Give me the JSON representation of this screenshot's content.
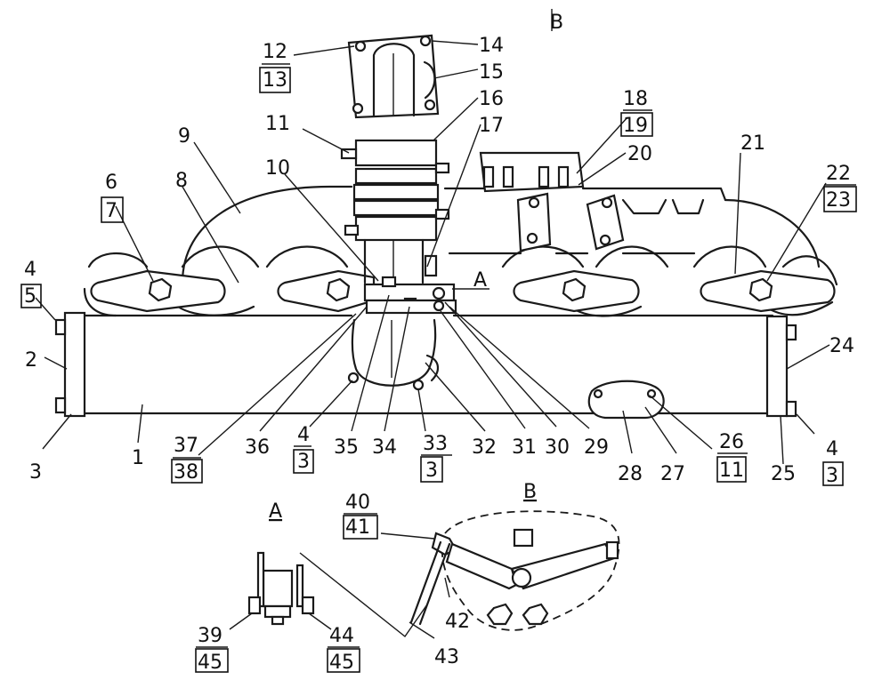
{
  "labels": {
    "p1": "1",
    "p2": "2",
    "p3a": "3",
    "p4a": "4",
    "p5": "5",
    "p6": "6",
    "p7": "7",
    "p8": "8",
    "p9": "9",
    "p10": "10",
    "p11": "11",
    "p12": "12",
    "p13": "13",
    "p14": "14",
    "p15": "15",
    "p16": "16",
    "p17": "17",
    "p18": "18",
    "p19": "19",
    "p20": "20",
    "p21": "21",
    "p22": "22",
    "p23": "23",
    "p24": "24",
    "p25": "25",
    "p26": "26",
    "p11b": "11",
    "p27": "27",
    "p28": "28",
    "p29": "29",
    "p30": "30",
    "p31": "31",
    "p32": "32",
    "p33": "33",
    "p3b": "3",
    "p34": "34",
    "p35": "35",
    "p4b": "4",
    "p3c": "3",
    "p36": "36",
    "p37": "37",
    "p38": "38",
    "p4c": "4",
    "p3d": "3",
    "p39": "39",
    "p45a": "45",
    "p44": "44",
    "p45b": "45",
    "p40": "40",
    "p41": "41",
    "p42": "42",
    "p43": "43"
  },
  "views": {
    "a_mark": "A",
    "b_mark": "B",
    "view_a": "A",
    "view_b": "B"
  }
}
